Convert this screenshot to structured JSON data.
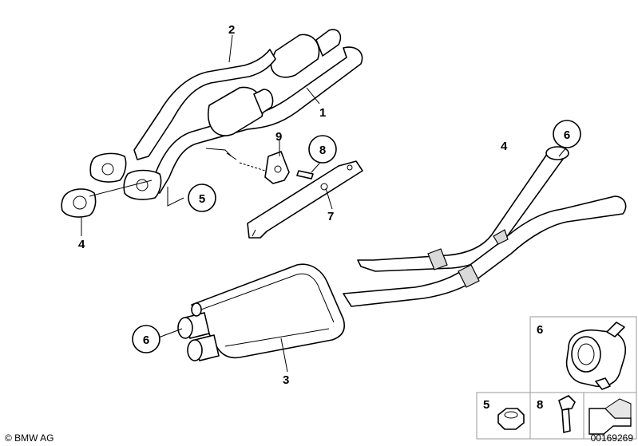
{
  "callouts": {
    "front_pipe": "1",
    "catalytic_pipe": "2",
    "muffler": "3",
    "gasket_left": "4",
    "rear_pipe": "4",
    "nut_bubble": "5",
    "clamp_bubble_top": "6",
    "clamp_bubble_left": "6",
    "bracket": "7",
    "bolt_bubble": "8",
    "hanger": "9"
  },
  "inset": {
    "clamp_label": "6",
    "nut_label": "5",
    "bolt_label": "8"
  },
  "footer": {
    "copyright": "© BMW AG",
    "image_number": "00169269"
  }
}
